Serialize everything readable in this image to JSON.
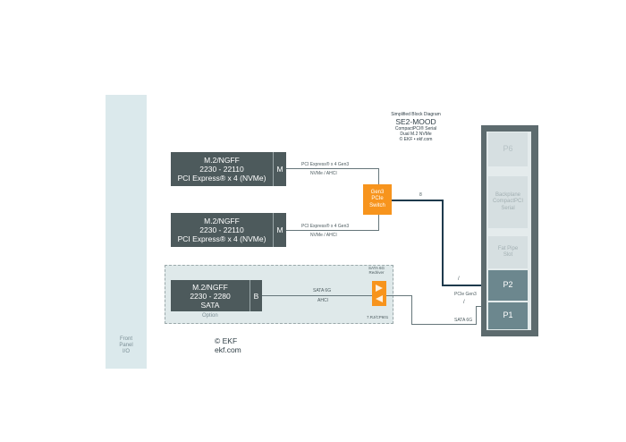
{
  "front_panel": {
    "label": "Front\nPanel\nI/O"
  },
  "m2_slots": [
    {
      "line1": "M.2/NGFF",
      "line2": "2230 - 22110",
      "line3": "PCI Express® x 4 (NVMe)",
      "key": "M",
      "bus_top": "PCI Express® x 4 Gen3",
      "bus_bottom": "NVMe / AHCI"
    },
    {
      "line1": "M.2/NGFF",
      "line2": "2230 - 22110",
      "line3": "PCI Express® x 4 (NVMe)",
      "key": "M",
      "bus_top": "PCI Express® x 4 Gen3",
      "bus_bottom": "NVMe / AHCI"
    },
    {
      "line1": "M.2/NGFF",
      "line2": "2230 - 2280",
      "line3": "SATA",
      "key": "B",
      "bus_top": "SATA 6G",
      "bus_bottom": "AHCI"
    }
  ],
  "option_label": "Option",
  "switch": {
    "line1": "Gen3",
    "line2": "PCIe",
    "line3": "Switch",
    "lane_mark": "8"
  },
  "redriver": {
    "top_label": "SATA 6G\nRedriver",
    "bottom_label": "7.RJ/CP601"
  },
  "title_block": {
    "line1": "Simplified Block Diagram",
    "line2": "SE2-MOOD",
    "line3": "CompactPCI® Serial",
    "line4": "Dual M.2 NVMe",
    "line5": "© EKF  •  ekf.com"
  },
  "backplane": {
    "p6": "P6",
    "backplane_label": "Backplane\nCompactPCI\nSerial",
    "fat_pipe": "Fat Pipe\nSlot",
    "p2": "P2",
    "p1": "P1",
    "link_p2": "PCIe Gen3",
    "link_p1": "SATA 6G"
  },
  "logo": {
    "line1": "© EKF",
    "line2": "ekf.com"
  }
}
